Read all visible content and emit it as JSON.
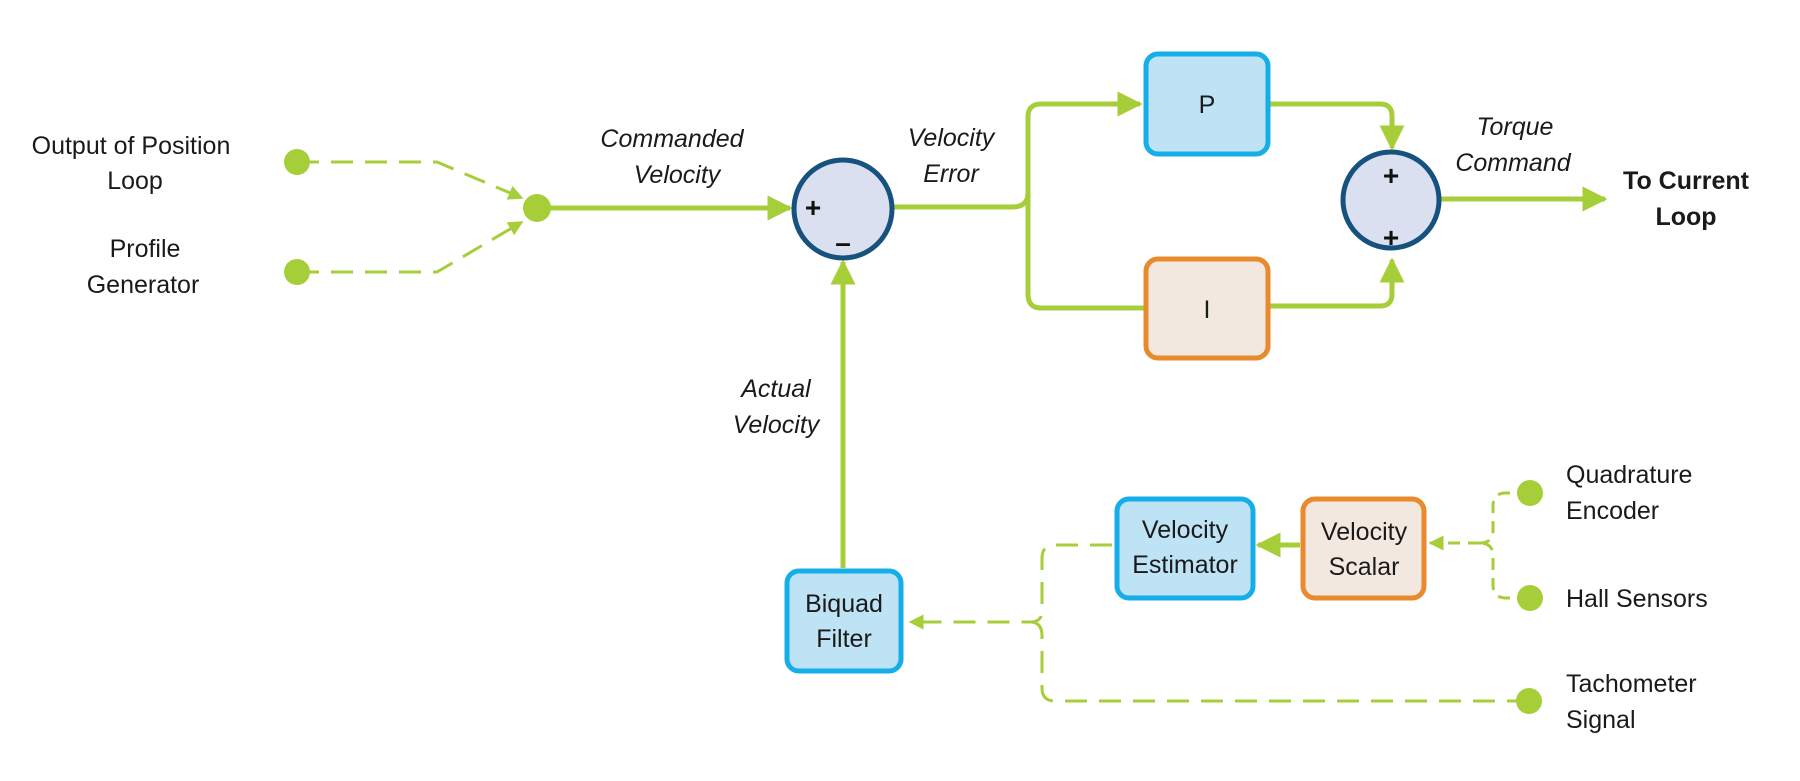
{
  "colors": {
    "signal_line": "#a6ce39",
    "proportional_border": "#16aee8",
    "proportional_fill": "#bde3f5",
    "integral_border": "#e88a2e",
    "integral_fill": "#f2e8df",
    "summing_border": "#17527f",
    "summing_fill": "#dbe0f1",
    "text": "#1a1a1a"
  },
  "inputs": {
    "position_loop": [
      "Output of Position",
      "Loop"
    ],
    "profile_generator": [
      "Profile",
      "Generator"
    ]
  },
  "signals": {
    "commanded_velocity": [
      "Commanded",
      "Velocity"
    ],
    "velocity_error": [
      "Velocity",
      "Error"
    ],
    "torque_command": [
      "Torque",
      "Command"
    ],
    "actual_velocity": [
      "Actual",
      "Velocity"
    ]
  },
  "output": {
    "to_current_loop": [
      "To Current",
      "Loop"
    ]
  },
  "summing": {
    "error_junction": {
      "plus": "+",
      "minus": "–"
    },
    "torque_junction": {
      "top": "+",
      "bottom": "+"
    }
  },
  "blocks": {
    "p": "P",
    "i": "I",
    "biquad_filter": [
      "Biquad",
      "Filter"
    ],
    "velocity_estimator": [
      "Velocity",
      "Estimator"
    ],
    "velocity_scalar": [
      "Velocity",
      "Scalar"
    ]
  },
  "sensors": {
    "quadrature_encoder": [
      "Quadrature",
      "Encoder"
    ],
    "hall_sensors": "Hall Sensors",
    "tachometer_signal": [
      "Tachometer",
      "Signal"
    ]
  }
}
